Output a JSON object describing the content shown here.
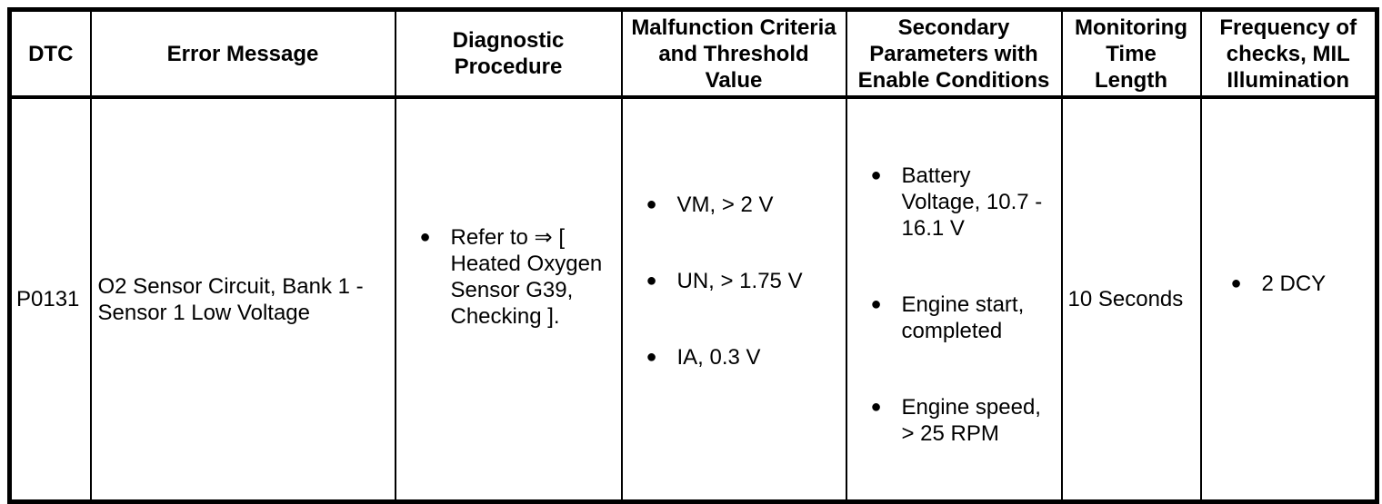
{
  "glyphs": {
    "bullet": "●"
  },
  "colors": {
    "border": "#000000",
    "text": "#000000",
    "background": "#ffffff"
  },
  "table": {
    "headers": {
      "dtc": "DTC",
      "error_message": "Error Message",
      "diagnostic_procedure": "Diagnostic\nProcedure",
      "malfunction_criteria": "Malfunction Criteria\nand Threshold\nValue",
      "secondary_parameters": "Secondary\nParameters with\nEnable Conditions",
      "monitoring_time": "Monitoring\nTime\nLength",
      "frequency_checks": "Frequency of\nchecks, MIL\nIllumination"
    },
    "row": {
      "dtc": "P0131",
      "error_message": "O2 Sensor Circuit, Bank 1 -\nSensor 1 Low Voltage",
      "diagnostic_procedure": [
        "Refer to ⇒ [\nHeated Oxygen\nSensor G39,\nChecking ]."
      ],
      "malfunction_criteria": [
        "VM, > 2 V",
        "UN, > 1.75 V",
        "IA, 0.3 V"
      ],
      "secondary_parameters": [
        "Battery\nVoltage, 10.7 -\n16.1 V",
        "Engine start,\ncompleted",
        "Engine speed,\n> 25 RPM"
      ],
      "monitoring_time": "10 Seconds",
      "frequency_checks": [
        "2 DCY"
      ]
    }
  }
}
